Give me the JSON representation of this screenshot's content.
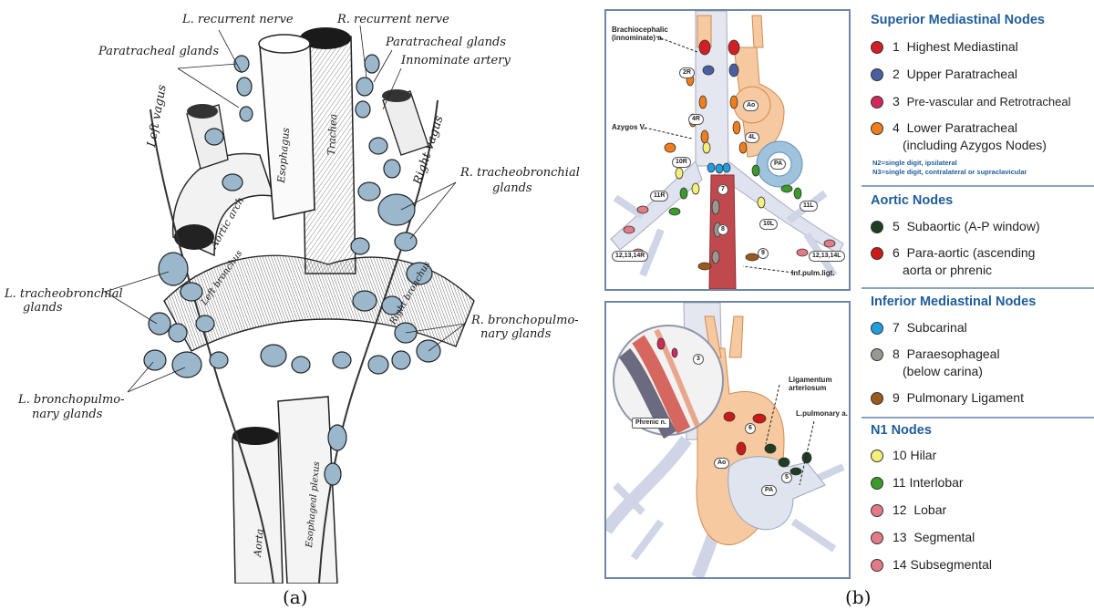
{
  "panel_a": {
    "labels": {
      "l_recurrent": "L. recurrent nerve",
      "r_recurrent": "R. recurrent nerve",
      "paratracheal_left": "Paratracheal glands",
      "paratracheal_right": "Paratracheal glands",
      "innominate": "Innominate artery",
      "left_vagus": "Left vagus",
      "right_vagus": "Right vagus",
      "esophagus": "Esophagus",
      "trachea": "Trachea",
      "aortic_arch": "Aortic arch",
      "r_tracheobronchial": "R. tracheobronchial",
      "r_tracheobronchial_2": "glands",
      "l_tracheobronchial": "L. tracheobronchial",
      "l_tracheobronchial_2": "glands",
      "r_bronchopulmonary": "R. bronchopulmo-",
      "r_bronchopulmonary_2": "nary glands",
      "l_bronchopulmonary": "L. bronchopulmo-",
      "l_bronchopulmonary_2": "nary glands",
      "left_bronchus": "Left bronchus",
      "right_bronchus": "Right bronchus",
      "aorta": "Aorta",
      "esophageal_plexus": "Esophageal plexus"
    },
    "caption": "(a)"
  },
  "panel_b": {
    "caption": "(b)",
    "top_diagram": {
      "brachiocephalic": "Brachiocephalic",
      "brachiocephalic_2": "(innominate) a.",
      "azygos": "Azygos V.",
      "inf_pulm": "Inf.pulm.ligt.",
      "ao": "Ao",
      "pa": "PA",
      "node_labels": [
        "2R",
        "4R",
        "4L",
        "10R",
        "7",
        "11R",
        "11L",
        "10L",
        "8",
        "9",
        "12,13,14R",
        "12,13,14L"
      ]
    },
    "bottom_diagram": {
      "ligamentum": "Ligamentum",
      "ligamentum_2": "arteriosum",
      "l_pulmonary": "L.pulmonary a.",
      "phrenic": "Phrenic n.",
      "ao": "Ao",
      "pa": "PA",
      "node_labels": [
        "3",
        "6",
        "5"
      ]
    }
  },
  "legend": {
    "sections": [
      {
        "title": "Superior Mediastinal Nodes",
        "items": [
          {
            "num": "1",
            "label": "Highest Mediastinal",
            "color": "#d01f25"
          },
          {
            "num": "2",
            "label": "Upper Paratracheal",
            "color": "#4a5fa0"
          },
          {
            "num": "3",
            "label": "Pre-vascular and Retrotracheal",
            "color": "#d2285c"
          },
          {
            "num": "4",
            "label": "Lower Paratracheal",
            "label_2": "(including Azygos Nodes)",
            "color": "#f07e1c"
          }
        ],
        "note_1": "N2=single digit, ipsilateral",
        "note_2": "N3=single digit, contralateral or supraclavicular"
      },
      {
        "title": "Aortic Nodes",
        "items": [
          {
            "num": "5",
            "label": "Subaortic (A-P window)",
            "color": "#1e3d22"
          },
          {
            "num": "6",
            "label": "Para-aortic (ascending",
            "label_2": "aorta or phrenic",
            "color": "#cc1a1a"
          }
        ]
      },
      {
        "title": "Inferior Mediastinal Nodes",
        "items": [
          {
            "num": "7",
            "label": "Subcarinal",
            "color": "#1f9ee0"
          },
          {
            "num": "8",
            "label": "Paraesophageal",
            "label_2": "(below carina)",
            "color": "#9a9790"
          },
          {
            "num": "9",
            "label": "Pulmonary Ligament",
            "color": "#9b5a1c"
          }
        ]
      },
      {
        "title": "N1 Nodes",
        "items": [
          {
            "num": "10",
            "label": "Hilar",
            "color": "#f4ef78"
          },
          {
            "num": "11",
            "label": "Interlobar",
            "color": "#3c9a2a"
          },
          {
            "num": "12",
            "label": "Lobar",
            "color": "#e37a86"
          },
          {
            "num": "13",
            "label": "Segmental",
            "color": "#e37a86"
          },
          {
            "num": "14",
            "label": "Subsegmental",
            "color": "#e37a86"
          }
        ]
      }
    ]
  }
}
